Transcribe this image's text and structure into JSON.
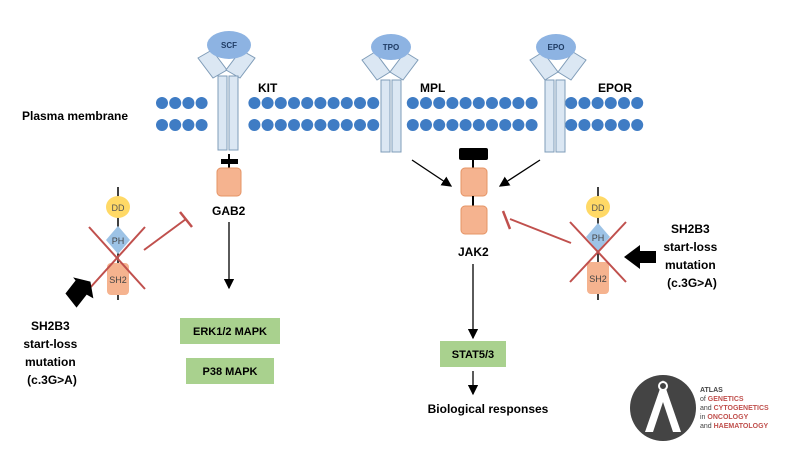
{
  "membrane": {
    "label": "Plasma membrane"
  },
  "ligands": {
    "scf": "SCF",
    "tpo": "TPO",
    "epo": "EPO"
  },
  "receptors": {
    "kit": "KIT",
    "mpl": "MPL",
    "epor": "EPOR"
  },
  "adaptors": {
    "gab2": "GAB2",
    "jak2": "JAK2"
  },
  "sh2b3_domains": {
    "dd": "DD",
    "ph": "PH",
    "sh2": "SH2"
  },
  "mutation": {
    "left_lines": [
      "SH2B3",
      "start-loss",
      "mutation",
      "(c.3G>A)"
    ],
    "right_lines": [
      "SH2B3",
      "start-loss",
      "mutation",
      "(c.3G>A)"
    ]
  },
  "outputs": {
    "erk": "ERK1/2 MAPK",
    "p38": "P38 MAPK",
    "stat": "STAT5/3",
    "responses": "Biological responses"
  },
  "logo": {
    "line1": "ATLAS",
    "line2_prefix": "of ",
    "line2_highlight": "GENETICS",
    "line3_prefix": "and ",
    "line3_highlight": "CYTOGENETICS",
    "line4_prefix": "in ",
    "line4_highlight": "ONCOLOGY",
    "line5_prefix": "and ",
    "line5_highlight": "HAEMATOLOGY"
  },
  "colors": {
    "membrane_bead": "#3f7cc4",
    "ligand": "#8db3e2",
    "receptor_fill": "#dbe7f3",
    "receptor_stroke": "#7f9cb8",
    "adaptor": "#f5b38f",
    "domain_dd": "#ffd966",
    "domain_ph": "#9dc3e6",
    "domain_sh2": "#f5b38f",
    "inhibit": "#c0504d",
    "output_box": "#a9d18e",
    "logo_dark": "#444444",
    "logo_accent": "#c0504d"
  }
}
